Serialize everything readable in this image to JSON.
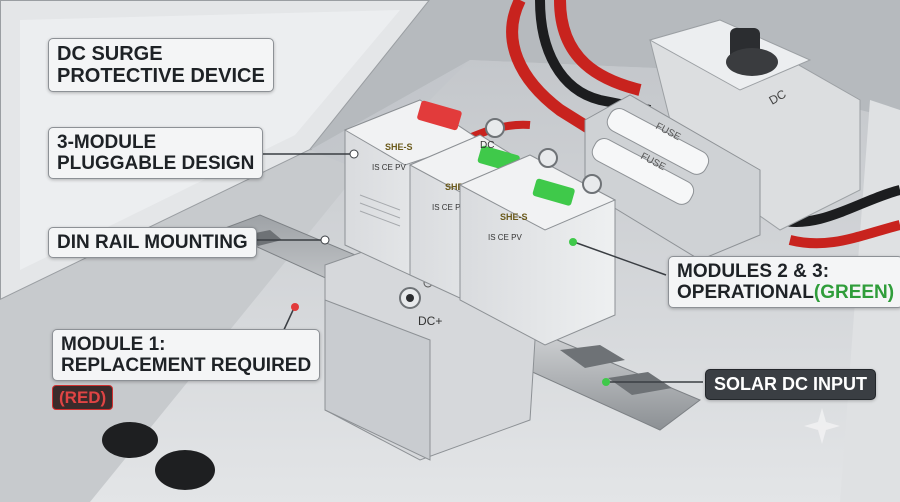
{
  "labels": {
    "title_line1": "DC SURGE",
    "title_line2": "PROTECTIVE DEVICE",
    "modular_line1": "3-MODULE",
    "modular_line2": "PLUGGABLE DESIGN",
    "din": "DIN RAIL MOUNTING",
    "module1_line1": "MODULE 1:",
    "module1_line2": "REPLACEMENT REQUIRED",
    "module1_status": "(RED)",
    "modules23_line1": "MODULES 2 & 3:",
    "modules23_line2": "OPERATIONAL",
    "modules23_status": "(GREEN)",
    "dc_input": "SOLAR DC INPUT"
  },
  "device": {
    "fuse_label_1": "FUSE",
    "fuse_label_2": "FUSE",
    "breaker_label": "DC",
    "spd_terminal_top": "DC",
    "spd_terminal_bottom": "DC+",
    "module_brand": "SHE-S",
    "module_cert": "IS CE PV"
  },
  "colors": {
    "indicator_red": "#e23b3b",
    "indicator_green": "#3fc94a",
    "cable_red": "#c8231e",
    "enclosure": "#d7d9dc"
  }
}
